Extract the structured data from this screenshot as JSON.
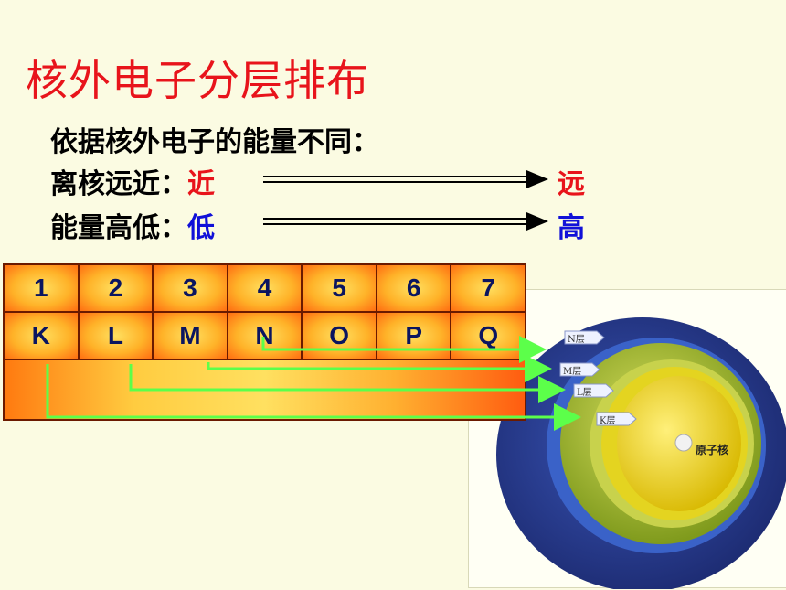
{
  "title": "核外电子分层排布",
  "line1": "依据核外电子的能量不同：",
  "line2_label": "离核远近：",
  "line2_start": "近",
  "line2_end": "远",
  "line3_label": "能量高低：",
  "line3_start": "低",
  "line3_end": "高",
  "table": {
    "numbers": [
      "1",
      "2",
      "3",
      "4",
      "5",
      "6",
      "7"
    ],
    "letters": [
      "K",
      "L",
      "M",
      "N",
      "O",
      "P",
      "Q"
    ]
  },
  "shell_labels": {
    "n": "N层",
    "m": "M层",
    "l": "L层",
    "k": "K层",
    "nucleus": "原子核"
  },
  "colors": {
    "title": "#e8141b",
    "near_far": "#e8141b",
    "low_high": "#1010d8",
    "connector": "#5cff4a"
  }
}
